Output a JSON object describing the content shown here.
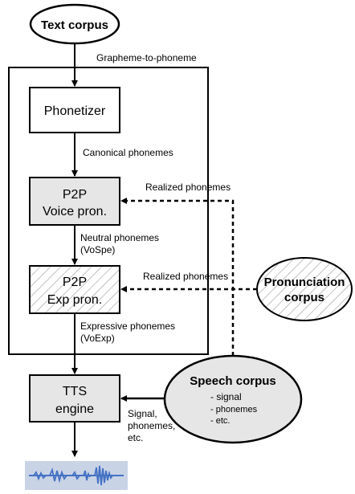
{
  "nodes": {
    "text_corpus": "Text corpus",
    "phonetizer": "Phonetizer",
    "p2p_voice_line1": "P2P",
    "p2p_voice_line2": "Voice pron.",
    "p2p_exp_line1": "P2P",
    "p2p_exp_line2": "Exp pron.",
    "tts_line1": "TTS",
    "tts_line2": "engine",
    "pron_corpus_line1": "Pronunciation",
    "pron_corpus_line2": "corpus",
    "speech_corpus_title": "Speech corpus",
    "speech_corpus_items": [
      "- signal",
      "- phonemes",
      "- etc."
    ]
  },
  "edges": {
    "g2p": "Grapheme-to-phoneme",
    "canonical": "Canonical phonemes",
    "neutral_line1": "Neutral phonemes",
    "neutral_line2": "(VoSpe)",
    "expressive_line1": "Expressive phonemes",
    "expressive_line2": "(VoExp)",
    "realized_1": "Realized phonemes",
    "realized_2": "Realized phonemes",
    "signal_line1": "Signal,",
    "signal_line2": "phonemes,",
    "signal_line3": "etc."
  },
  "colors": {
    "box_fill_gray": "#e6e6e6",
    "hatch": "#9a9a9a",
    "waveform": "#4472c4",
    "waveform_bg": "#c9d3e6"
  }
}
